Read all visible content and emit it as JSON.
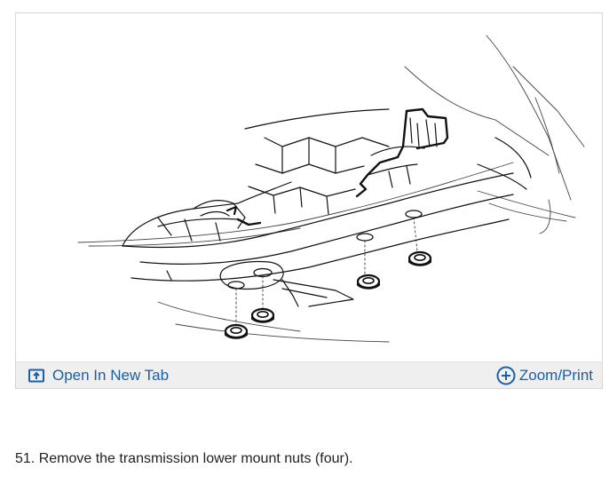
{
  "figure": {
    "open_tab_label": "Open In New Tab",
    "zoom_print_label": "Zoom/Print",
    "link_color": "#1a5fa8"
  },
  "step": {
    "text": "51. Remove the transmission lower mount nuts (four)."
  }
}
